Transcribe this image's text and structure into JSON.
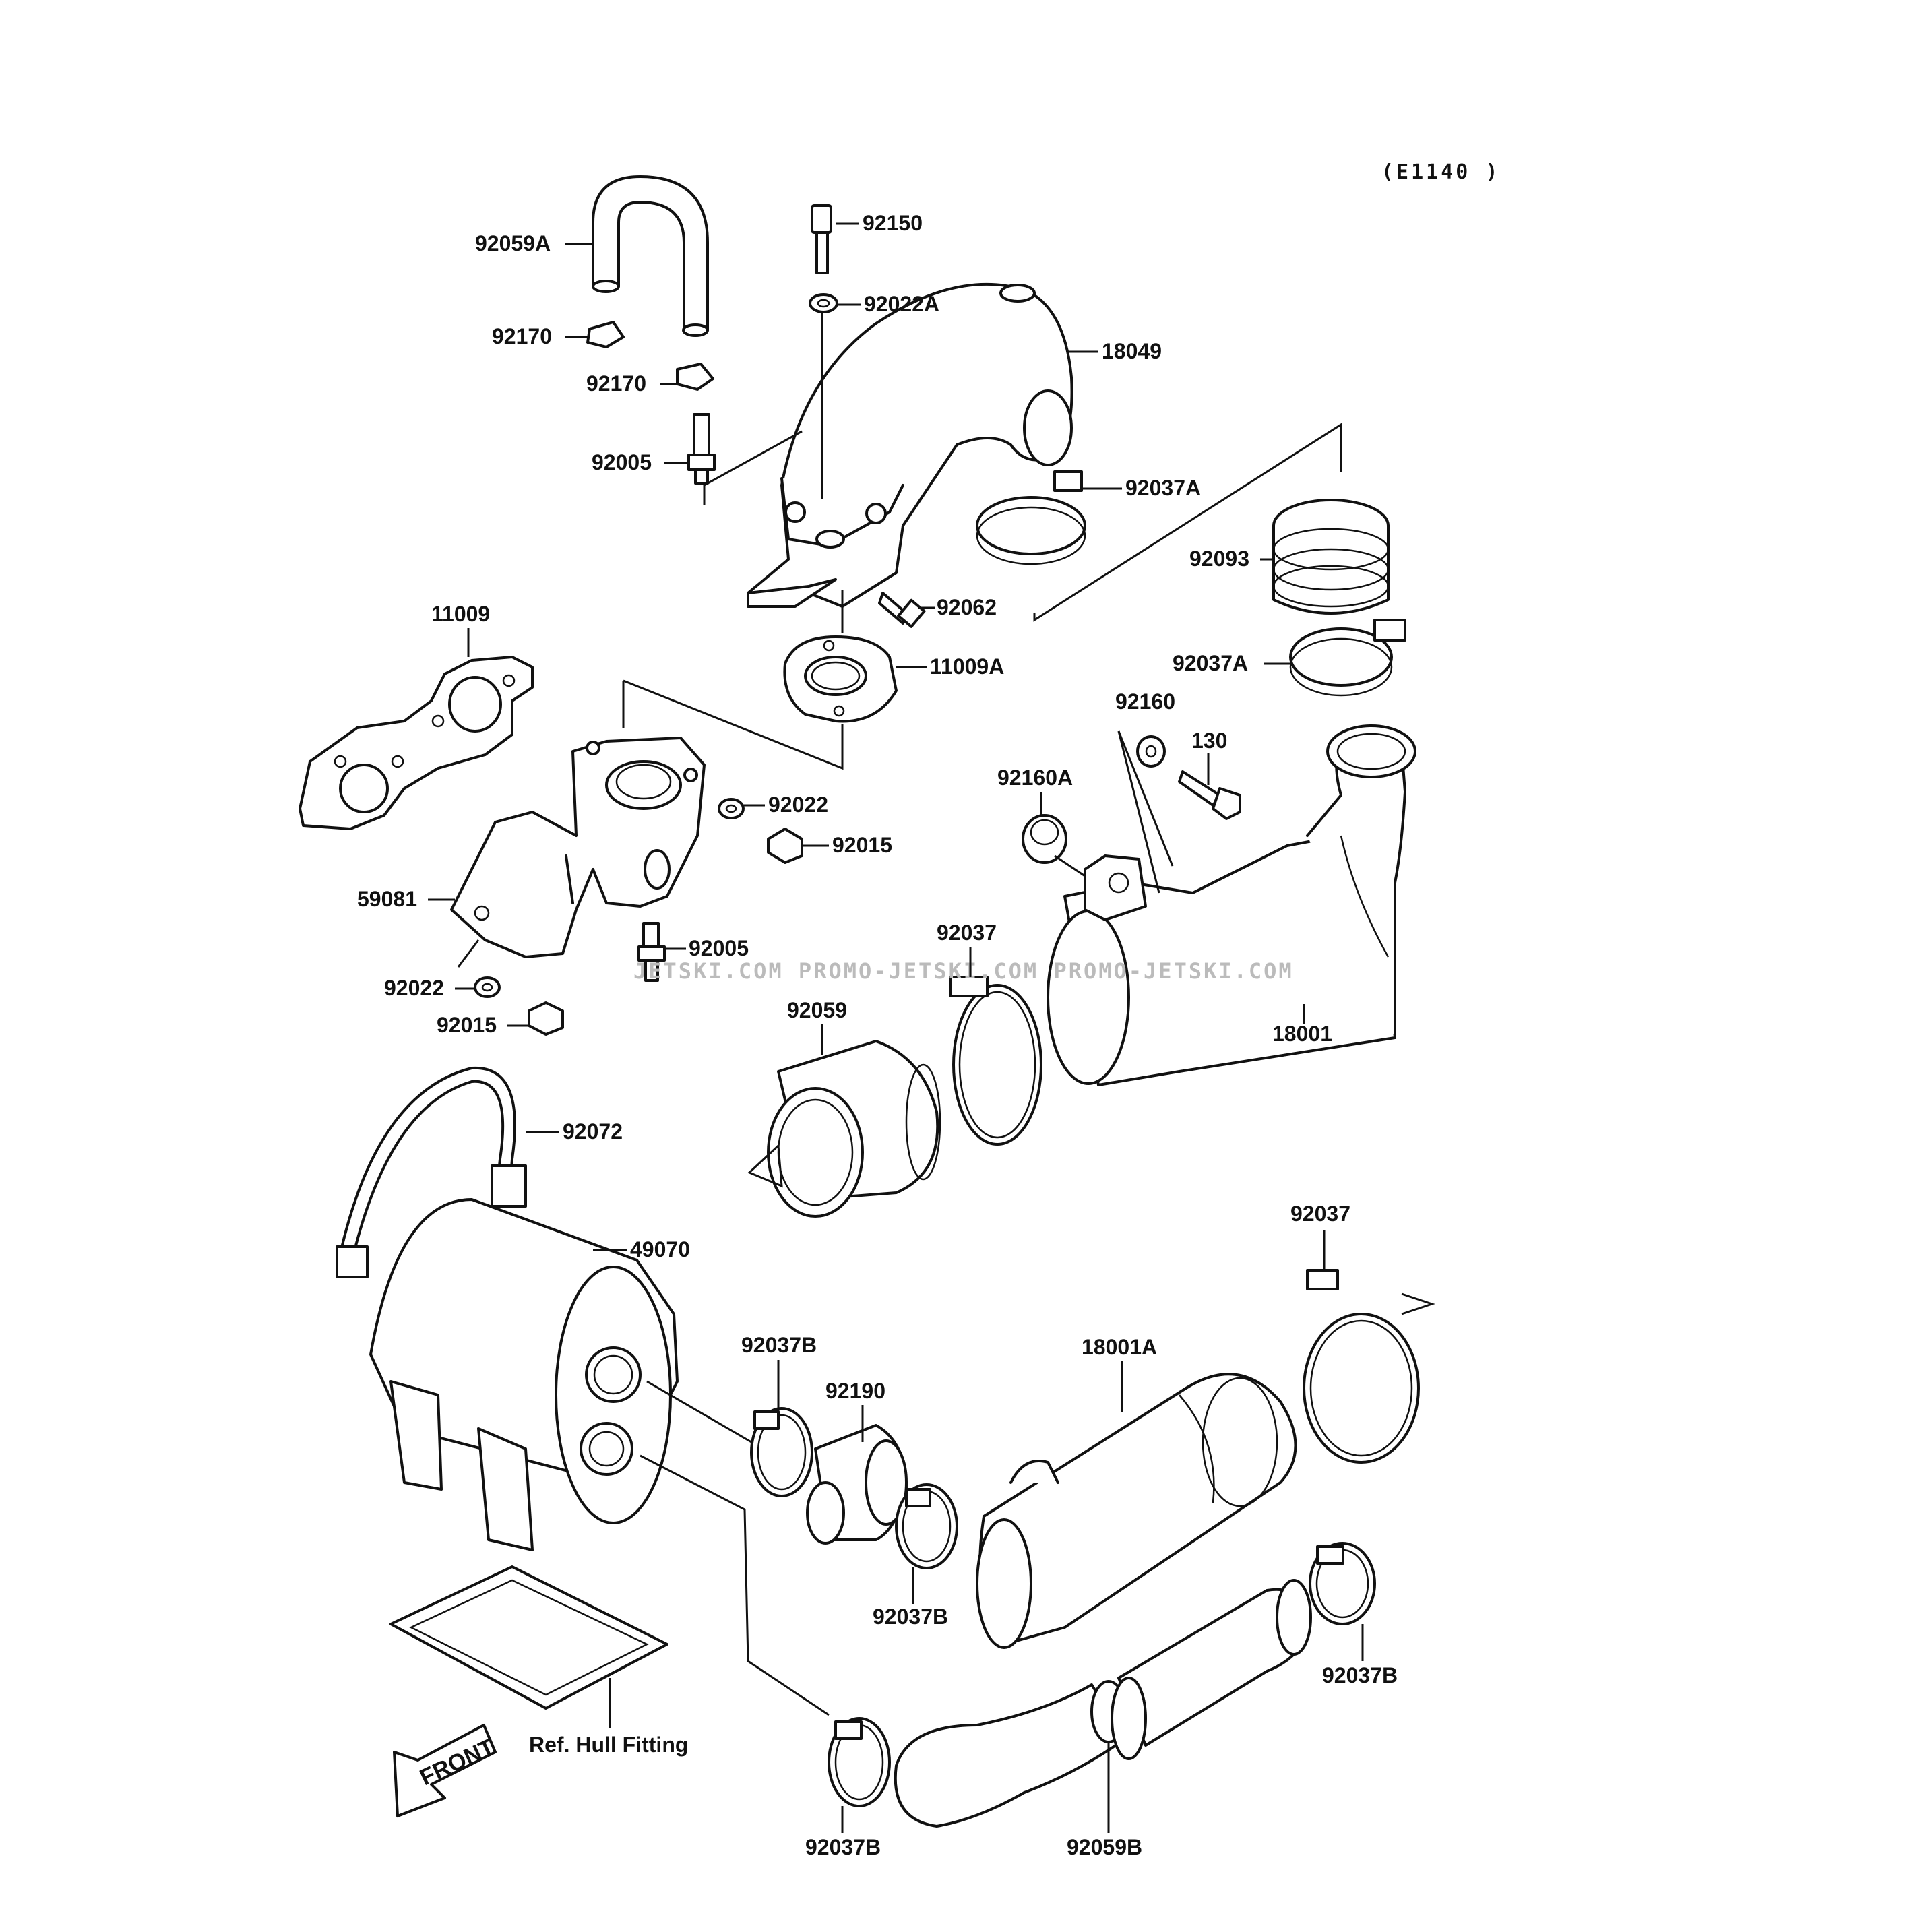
{
  "diagram": {
    "code": "(E1140 )",
    "watermark": "JETSKI.COM  PROMO-JETSKI.COM  PROMO-JETSKI.COM",
    "front_label": "FRONT",
    "ref_label": "Ref. Hull Fitting",
    "labels": [
      "92059A",
      "92150",
      "92022A",
      "18049",
      "92170",
      "92170",
      "92005",
      "92037A",
      "92093",
      "92062",
      "11009",
      "11009A",
      "92037A",
      "92160",
      "130",
      "92160A",
      "92022",
      "92015",
      "59081",
      "92005",
      "92037",
      "92022",
      "92015",
      "92059",
      "18001",
      "92072",
      "49070",
      "92037",
      "92037B",
      "18001A",
      "92190",
      "92037B",
      "92037B",
      "92037B",
      "92059B"
    ]
  }
}
